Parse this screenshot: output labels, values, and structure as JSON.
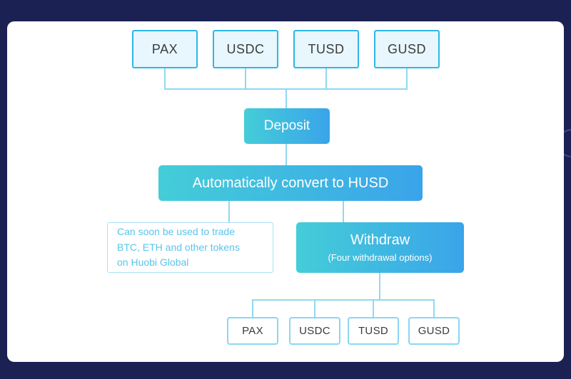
{
  "colors": {
    "background": "#1b2152",
    "card": "#ffffff",
    "accent_gradient_start": "#44cdd8",
    "accent_gradient_end": "#3aa4ea",
    "token_fill": "#e7f7fd",
    "token_border": "#2fb6e8",
    "connector_line": "#8fd9f2",
    "note_text": "#58c5ea",
    "token_text": "#3b3b3b"
  },
  "diagram": {
    "top_tokens": [
      "PAX",
      "USDC",
      "TUSD",
      "GUSD"
    ],
    "deposit": {
      "label": "Deposit"
    },
    "convert": {
      "label": "Automatically convert to HUSD"
    },
    "note": {
      "text": "Can soon be used to trade\nBTC, ETH and other tokens\non Huobi Global"
    },
    "withdraw": {
      "label": "Withdraw",
      "sublabel": "(Four withdrawal options)"
    },
    "bottom_tokens": [
      "PAX",
      "USDC",
      "TUSD",
      "GUSD"
    ]
  }
}
